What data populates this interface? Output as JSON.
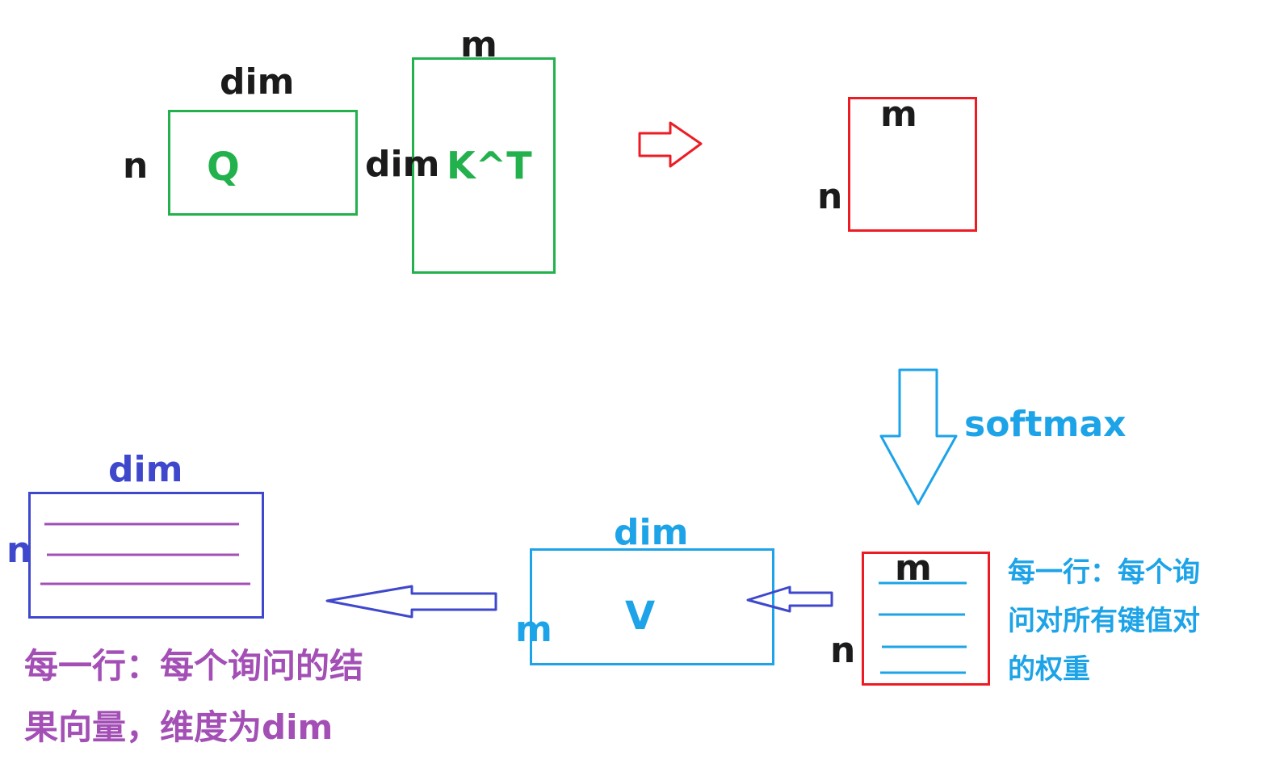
{
  "q_block": {
    "dim_label": "dim",
    "n_label": "n",
    "matrix_label": "Q"
  },
  "kt_block": {
    "m_label": "m",
    "dim_label": "dim",
    "matrix_label": "K^T"
  },
  "score_block": {
    "m_label": "m",
    "n_label": "n"
  },
  "softmax": {
    "label": "softmax"
  },
  "weights_block": {
    "m_label": "m",
    "n_label": "n",
    "note_lines": [
      "每一行：每个询",
      "问对所有键值对",
      "的权重"
    ]
  },
  "v_block": {
    "dim_label": "dim",
    "m_label": "m",
    "matrix_label": "V"
  },
  "result_block": {
    "dim_label": "dim",
    "n_label": "n",
    "note_lines": [
      "每一行：每个询问的结",
      "果向量，维度为dim"
    ]
  },
  "colors": {
    "green": "#22b14c",
    "red": "#ed1c24",
    "blue": "#1da3e8",
    "indigo": "#3f48cc",
    "purple": "#a34fb5",
    "black": "#1b1b1b"
  }
}
